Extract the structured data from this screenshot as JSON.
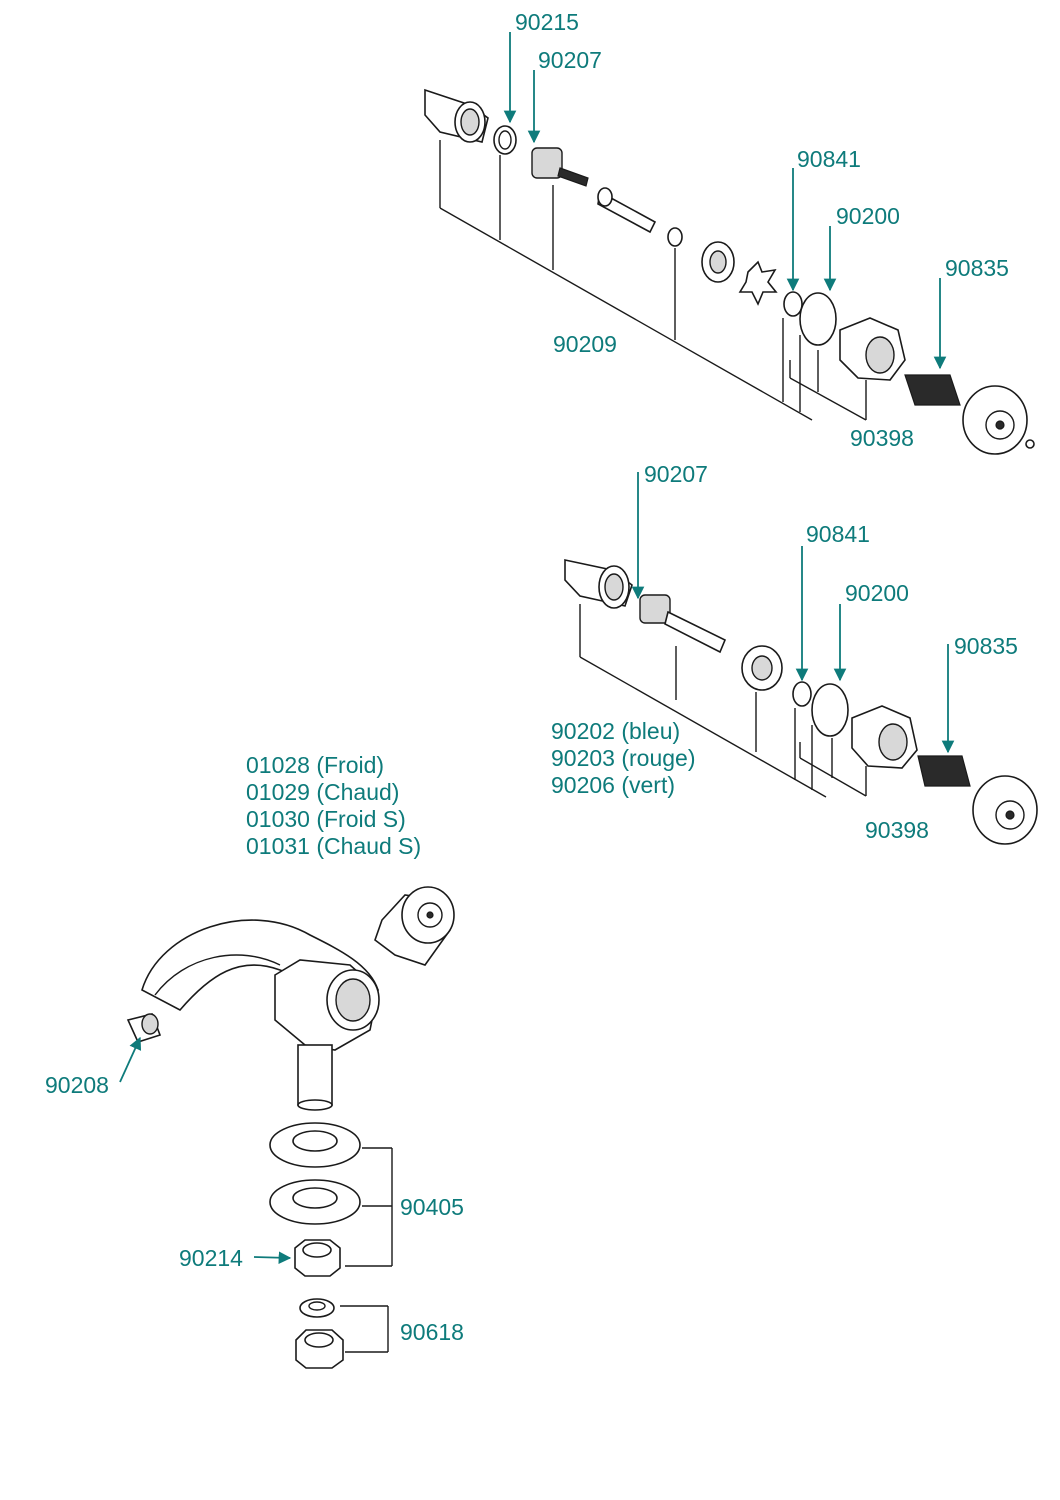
{
  "labels": {
    "top_90215": "90215",
    "top_90207": "90207",
    "top_90841": "90841",
    "top_90200": "90200",
    "top_90835": "90835",
    "top_90209": "90209",
    "top_90398": "90398",
    "mid_90207": "90207",
    "mid_90841": "90841",
    "mid_90200": "90200",
    "mid_90835": "90835",
    "mid_90202": "90202 (bleu)",
    "mid_90203": "90203 (rouge)",
    "mid_90206": "90206 (vert)",
    "mid_90398": "90398",
    "body_01028": "01028 (Froid)",
    "body_01029": "01029 (Chaud)",
    "body_01030": "01030 (Froid S)",
    "body_01031": "01031 (Chaud S)",
    "bot_90208": "90208",
    "bot_90405": "90405",
    "bot_90214": "90214",
    "bot_90618": "90618"
  },
  "colors": {
    "label": "#0e7b7b",
    "linework": "#1a1a1a"
  }
}
